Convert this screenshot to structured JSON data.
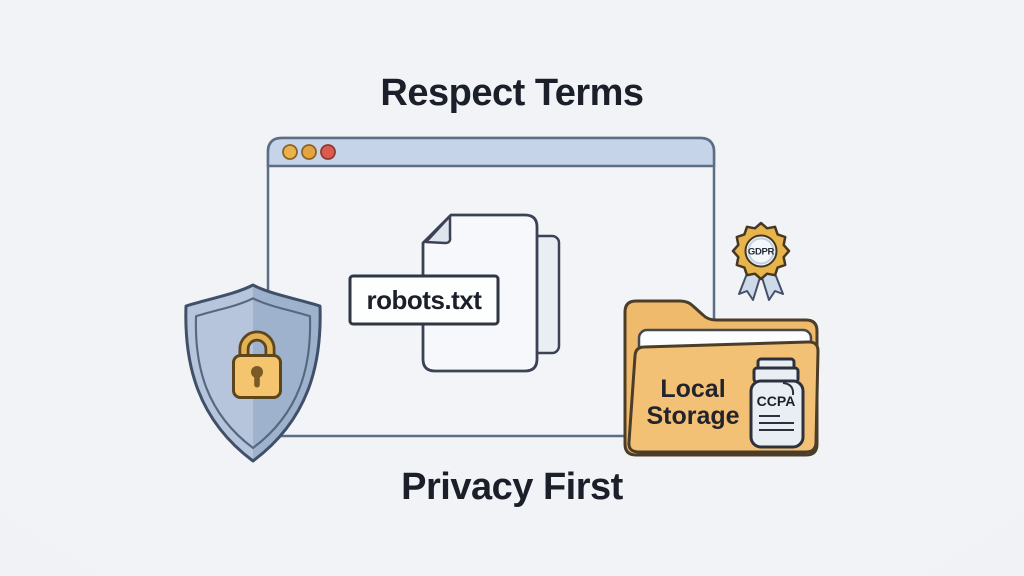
{
  "titles": {
    "top": "Respect Terms",
    "bottom": "Privacy First"
  },
  "browser_window": {
    "file_label": "robots.txt",
    "traffic_light_dots": [
      "yellow",
      "orange",
      "red"
    ]
  },
  "folder": {
    "label_line1": "Local",
    "label_line2": "Storage"
  },
  "badge": {
    "label": "GDPR"
  },
  "jar": {
    "label": "CCPA"
  },
  "icons": {
    "shield_lock": "shield-lock-icon",
    "document": "document-pages-icon",
    "folder": "open-folder-icon",
    "gdpr_badge": "rosette-ribbon-badge-icon",
    "ccpa_bottle": "bottle-document-icon",
    "traffic_lights": [
      "dot-yellow-icon",
      "dot-orange-icon",
      "dot-red-icon"
    ]
  },
  "colors": {
    "background": "#edf0f4",
    "text_dark": "#1b1f29",
    "window_titlebar": "#c6d4e9",
    "window_body": "#f2f4f8",
    "window_outline": "#5c6e86",
    "outline_slate": "#3b4254",
    "dot_yellow": "#eab14d",
    "dot_orange": "#e4a33f",
    "dot_red": "#dd5a50",
    "shield_left": "#b6c4dc",
    "shield_right": "#9eb2cd",
    "lock_gold": "#f4c46e",
    "lock_outline": "#5d451c",
    "folder_back": "#efba6b",
    "folder_front": "#f3c175",
    "folder_outline": "#4c3d28",
    "badge_gold": "#e8b44c",
    "ribbon_blue": "#cfdae8",
    "paper_white": "#fcfdfe",
    "jar_body": "#e8eef4"
  }
}
